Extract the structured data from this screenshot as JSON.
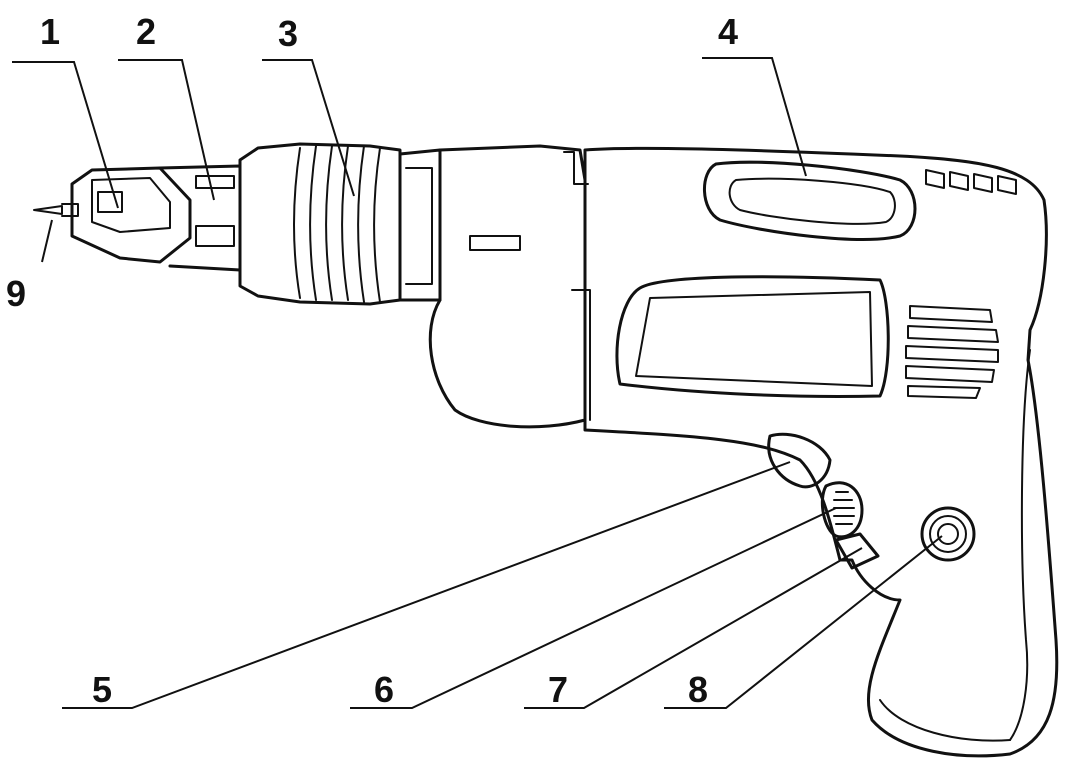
{
  "diagram": {
    "labels": {
      "1": "1",
      "2": "2",
      "3": "3",
      "4": "4",
      "5": "5",
      "6": "6",
      "7": "7",
      "8": "8",
      "9": "9"
    }
  }
}
